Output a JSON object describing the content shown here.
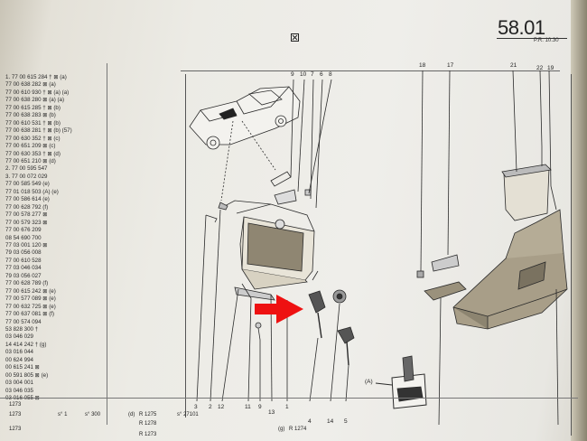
{
  "header": {
    "page_number": "58.01",
    "page_sub": "P.R. 10.30"
  },
  "parts_list": [
    "1. 77 00 615 284 † ⊠ (a)",
    "77 00 638 282 ⊠ (a)",
    "77 00 610 930 † ⊠ (a) (a)",
    "77 00 638 280 ⊠ (a) (a)",
    "77 00 615 285 † ⊠ (b)",
    "77 00 638 283 ⊠ (b)",
    "77 00 610 531 † ⊠ (b)",
    "77 00 638 281 † ⊠ (b) (57)",
    "77 00 630 352 † ⊠ (c)",
    "77 00 651 209 ⊠ (c)",
    "77 00 630 353 † ⊠ (d)",
    "77 00 651 210 ⊠ (d)",
    "2. 77 00 595 547",
    "3. 77 00 072 029",
    "77 00 585 549 (e)",
    "77 01 018 503 (A) (e)",
    "77 00 586 614 (e)",
    "77 00 628 792 (f)",
    "77 00 578 277 ⊠",
    "77 00 579 323 ⊠",
    "77 00 676 209",
    "08 54 690 700",
    "77 03 001 120 ⊠",
    "79 03 056 008",
    "77 00 610 528",
    "77 03 046 034",
    "79 03 056 027",
    "77 00 628 789 (f)",
    "77 00 615 242 ⊠ (e)",
    "77 00 577 089 ⊠ (e)",
    "77 00 632 725 ⊠ (e)",
    "77 00 637 081 ⊠ (f)",
    "77 00 574 094",
    "53 828 300 †",
    "03 046 029",
    "14 414 242 † (g)",
    "03 016 044",
    "00 624 994",
    "00 615 241 ⊠",
    "00 591 805 ⊠ (e)",
    "03 004 001",
    "03 046 035",
    "03 016 055 ⊠"
  ],
  "callouts": [
    "9",
    "10",
    "7",
    "6",
    "8",
    "18",
    "17",
    "21",
    "22",
    "19",
    "3",
    "2",
    "12",
    "11",
    "9",
    "13",
    "1",
    "4",
    "14",
    "5",
    "(A)"
  ],
  "bottom_refs": {
    "left_a": "1273",
    "left_b": "1273",
    "left_c": "1273",
    "code_d": "(d)",
    "r1": "R 1275",
    "s1": "s° 27101",
    "r2": "R 1278",
    "r3": "R 1273",
    "code_g": "(g)",
    "r4": "R 1274",
    "s2": "s° 1",
    "s3": "s° 300"
  }
}
